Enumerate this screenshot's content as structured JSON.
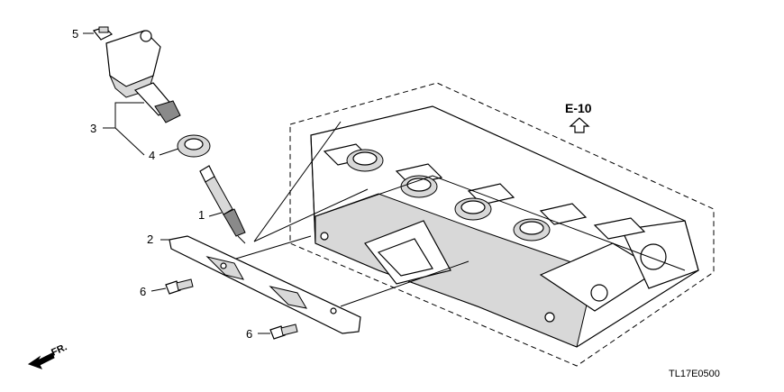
{
  "callouts": [
    {
      "number": "5"
    },
    {
      "number": "3"
    },
    {
      "number": "4"
    },
    {
      "number": "1"
    },
    {
      "number": "2"
    },
    {
      "number": "6"
    },
    {
      "number": "6"
    }
  ],
  "reference": {
    "label": "E-10"
  },
  "direction": {
    "label": "FR."
  },
  "diagram_code": "TL17E0500",
  "icons": [
    "up-arrow-icon",
    "front-direction-arrow-icon"
  ]
}
